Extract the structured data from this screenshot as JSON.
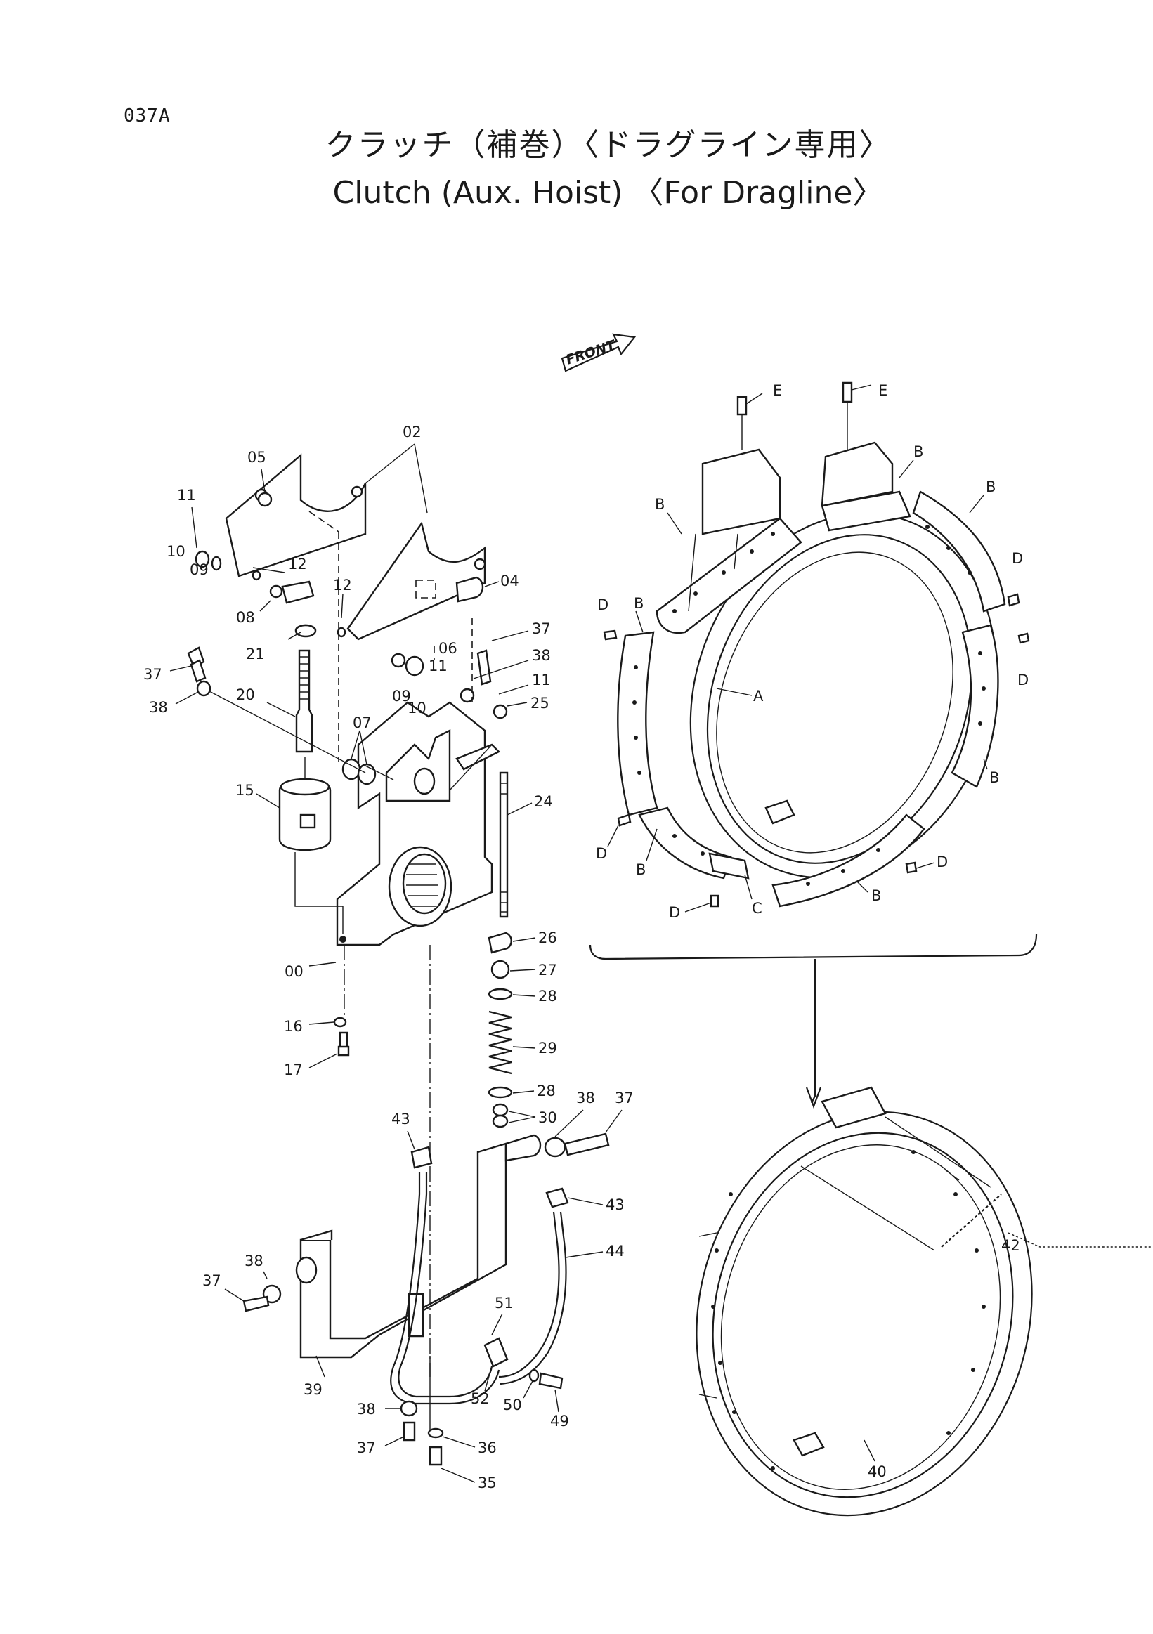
{
  "page_code": "037A",
  "title_ja": "クラッチ（補巻）〈ドラグライン専用〉",
  "title_en": "Clutch (Aux. Hoist) 〈For Dragline〉",
  "front_marker": "FRONT",
  "callouts": {
    "p00": "00",
    "p02": "02",
    "p04": "04",
    "p05": "05",
    "p06": "06",
    "p07": "07",
    "p08": "08",
    "p09": "09",
    "p09b": "09",
    "p10": "10",
    "p10b": "10",
    "p11": "11",
    "p11b": "11",
    "p11c": "11",
    "p12": "12",
    "p12b": "12",
    "p15": "15",
    "p16": "16",
    "p17": "17",
    "p20": "20",
    "p21": "21",
    "p24": "24",
    "p25": "25",
    "p26": "26",
    "p27": "27",
    "p28": "28",
    "p28b": "28",
    "p29": "29",
    "p30": "30",
    "p35": "35",
    "p36": "36",
    "p37a": "37",
    "p37b": "37",
    "p37c": "37",
    "p37d": "37",
    "p37e": "37",
    "p38a": "38",
    "p38b": "38",
    "p38c": "38",
    "p38d": "38",
    "p38e": "38",
    "p39": "39",
    "p40": "40",
    "p42": "42",
    "p43a": "43",
    "p43b": "43",
    "p44": "44",
    "p49": "49",
    "p50": "50",
    "p51": "51",
    "p52": "52",
    "rA": "A",
    "rB1": "B",
    "rB2": "B",
    "rB3": "B",
    "rB4": "B",
    "rB5": "B",
    "rB6": "B",
    "rB7": "B",
    "rC": "C",
    "rD1": "D",
    "rD2": "D",
    "rD3": "D",
    "rD4": "D",
    "rD5": "D",
    "rD6": "D",
    "rE1": "E",
    "rE2": "E"
  }
}
